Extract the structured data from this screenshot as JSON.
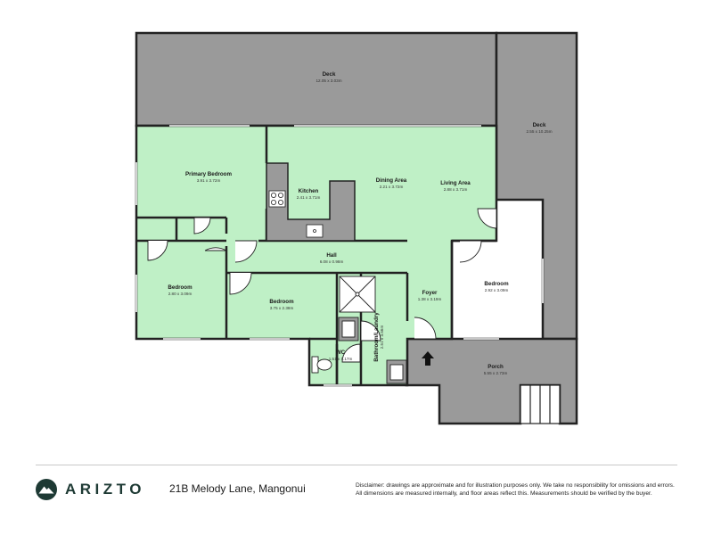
{
  "rooms": {
    "deck_top": {
      "name": "Deck",
      "dims": "12.05 x 3.03m"
    },
    "deck_right": {
      "name": "Deck",
      "dims": "2.55 x 10.25m"
    },
    "primary_bedroom": {
      "name": "Primary Bedroom",
      "dims": "3.91 x 3.72m"
    },
    "kitchen": {
      "name": "Kitchen",
      "dims": "2.41 x 3.71m"
    },
    "dining_area": {
      "name": "Dining Area",
      "dims": "2.21 x 3.72m"
    },
    "living_area": {
      "name": "Living Area",
      "dims": "2.88 x 3.71m"
    },
    "hall": {
      "name": "Hall",
      "dims": "6.08 x 0.98m"
    },
    "bedroom_left": {
      "name": "Bedroom",
      "dims": "2.80 x 3.09m"
    },
    "bedroom_middle": {
      "name": "Bedroom",
      "dims": "3.75 x 2.38m"
    },
    "bedroom_right": {
      "name": "Bedroom",
      "dims": "2.92 x 3.09m"
    },
    "foyer": {
      "name": "Foyer",
      "dims": "1.38 x 3.19m"
    },
    "bathroom_laundry": {
      "name": "Bathroom/Laundry",
      "dims": "2.51 x 3.56m"
    },
    "wc": {
      "name": "WC",
      "dims": "1.51 x 1.17m"
    },
    "porch": {
      "name": "Porch",
      "dims": "5.55 x 2.73m"
    }
  },
  "colors": {
    "room_fill": "#bff0c6",
    "outdoor_fill": "#9a9a9a",
    "wall": "#222222",
    "brand": "#1e3a34"
  },
  "footer": {
    "brand": "ARIZTO",
    "address": "21B Melody Lane, Mangonui",
    "disclaimer_line1": "Disclaimer: drawings are approximate and for illustration purposes only. We take no responsibility for omissions and errors.",
    "disclaimer_line2": "All dimensions are measured internally, and floor areas reflect this. Measurements should be verified by the buyer."
  }
}
